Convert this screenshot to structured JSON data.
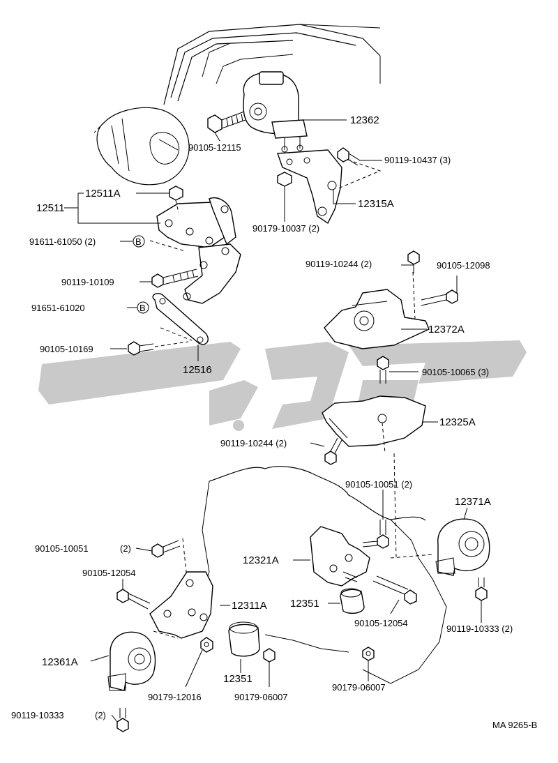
{
  "diagram_code": "MA 9265-B",
  "watermark": {
    "color": "#c9c9c9"
  },
  "labels": {
    "p12362": "12362",
    "p90105_12115": "90105-12115",
    "p90119_10437": "90119-10437 (3)",
    "p12315A": "12315A",
    "p90179_10037": "90179-10037 (2)",
    "p12511": "12511",
    "p12511A": "12511A",
    "p91611_61050": "91611-61050 (2)",
    "p90119_10109": "90119-10109",
    "p91651_61020": "91651-61020",
    "p90105_10169": "90105-10169",
    "p12516": "12516",
    "p90119_10244a": "90119-10244 (2)",
    "p90105_12098": "90105-12098",
    "p12372A": "12372A",
    "p90105_10065": "90105-10065 (3)",
    "p12325A": "12325A",
    "p90119_10244b": "90119-10244 (2)",
    "p90105_10051a": "90105-10051 (2)",
    "p12371A": "12371A",
    "p90105_10051b": "90105-10051",
    "p90105_10051b_qty": "(2)",
    "p12321A": "12321A",
    "p90105_12054a": "90105-12054",
    "p12351a": "12351",
    "p90105_12054b": "90105-12054",
    "p12311A": "12311A",
    "p90119_10333a": "90119-10333 (2)",
    "p12361A": "12361A",
    "p12351b": "12351",
    "p90179_12016": "90179-12016",
    "p90179_06007a": "90179-06007",
    "p90179_06007b": "90179-06007",
    "p90119_10333b": "90119-10333",
    "p90119_10333b_qty": "(2)",
    "marker_b": "B"
  }
}
